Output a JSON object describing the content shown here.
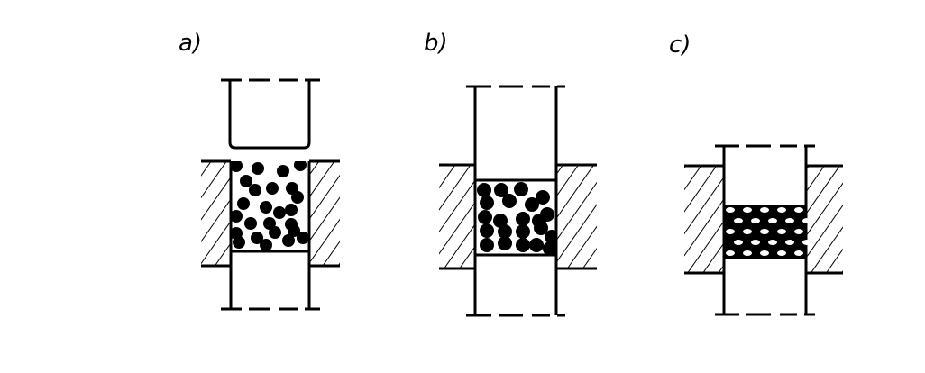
{
  "figure": {
    "panels": [
      {
        "label": "a)",
        "state": "loose powder, upper punch raised"
      },
      {
        "label": "b)",
        "state": "powder pressed, particles packed"
      },
      {
        "label": "c)",
        "state": "compacted, dense"
      }
    ]
  },
  "colors": {
    "ink": "#000000",
    "background": "#ffffff"
  }
}
